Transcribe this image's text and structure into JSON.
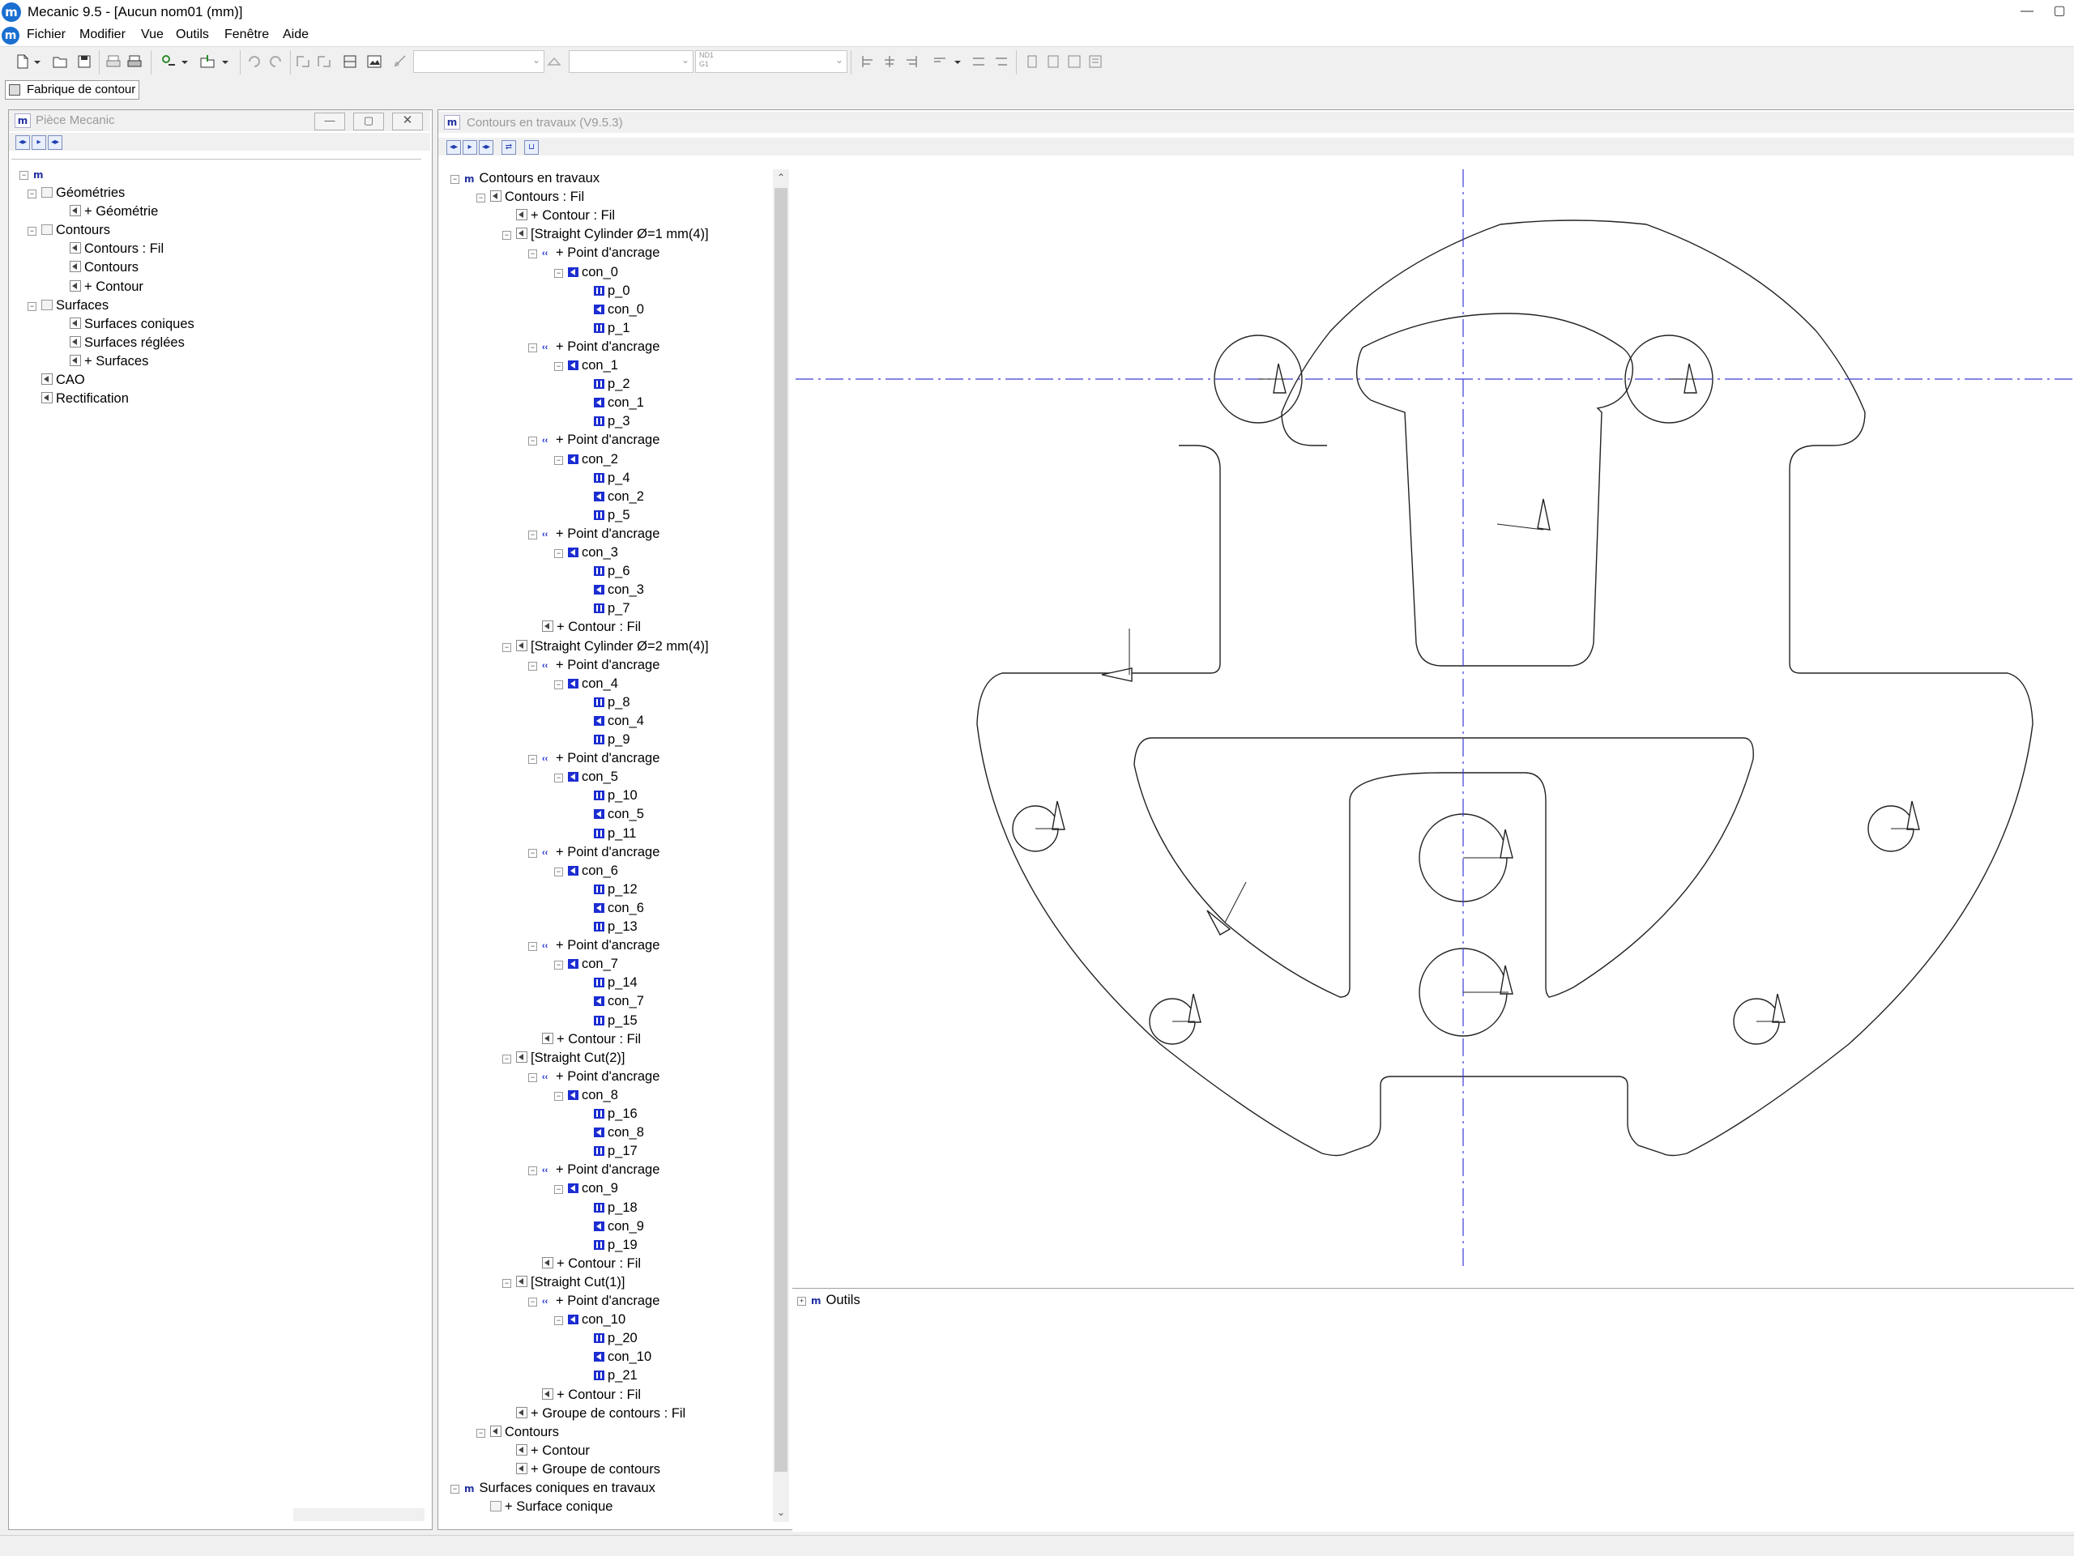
{
  "window": {
    "title": "Mecanic 9.5 - [Aucun nom01 (mm)]",
    "app_badge": "m",
    "minimize_glyph": "—",
    "restore_glyph": "▢"
  },
  "menu": [
    "Fichier",
    "Modifier",
    "Vue",
    "Outils",
    "Fenêtre",
    "Aide"
  ],
  "toolbar": {
    "combo_text": "ND1\nG1"
  },
  "tab": {
    "label": "Fabrique de contour"
  },
  "left_panel": {
    "title": "Pièce Mecanic",
    "root_badge": "m",
    "tree": [
      {
        "depth": 1,
        "label": "Géométries",
        "exp": "-"
      },
      {
        "depth": 2,
        "label": "+ Géométrie",
        "exp": ""
      },
      {
        "depth": 1,
        "label": "Contours",
        "exp": "-"
      },
      {
        "depth": 2,
        "label": "Contours : Fil",
        "exp": ""
      },
      {
        "depth": 2,
        "label": "Contours",
        "exp": ""
      },
      {
        "depth": 2,
        "label": "+ Contour",
        "exp": ""
      },
      {
        "depth": 1,
        "label": "Surfaces",
        "exp": "-"
      },
      {
        "depth": 2,
        "label": "Surfaces coniques",
        "exp": ""
      },
      {
        "depth": 2,
        "label": "Surfaces réglées",
        "exp": ""
      },
      {
        "depth": 2,
        "label": "+ Surfaces",
        "exp": ""
      },
      {
        "depth": 1,
        "label": "CAO",
        "exp": ""
      },
      {
        "depth": 1,
        "label": "Rectification",
        "exp": ""
      }
    ]
  },
  "right_panel": {
    "title": "Contours en travaux (V9.5.3)",
    "tools_label": "Outils",
    "tree": [
      {
        "d": 0,
        "t": "m",
        "l": "Contours en travaux",
        "e": "-"
      },
      {
        "d": 1,
        "t": "c",
        "l": "Contours : Fil",
        "e": "-"
      },
      {
        "d": 2,
        "t": "c",
        "l": "+ Contour : Fil",
        "e": ""
      },
      {
        "d": 2,
        "t": "c",
        "l": "[Straight Cylinder Ø=1 mm(4)]",
        "e": "-"
      },
      {
        "d": 3,
        "t": "a",
        "l": "+ Point d'ancrage",
        "e": "-"
      },
      {
        "d": 4,
        "t": "k",
        "l": "con_0",
        "e": "-"
      },
      {
        "d": 5,
        "t": "p",
        "l": "p_0",
        "e": ""
      },
      {
        "d": 5,
        "t": "k",
        "l": "con_0",
        "e": ""
      },
      {
        "d": 5,
        "t": "p",
        "l": "p_1",
        "e": ""
      },
      {
        "d": 3,
        "t": "a",
        "l": "+ Point d'ancrage",
        "e": "-"
      },
      {
        "d": 4,
        "t": "k",
        "l": "con_1",
        "e": "-"
      },
      {
        "d": 5,
        "t": "p",
        "l": "p_2",
        "e": ""
      },
      {
        "d": 5,
        "t": "k",
        "l": "con_1",
        "e": ""
      },
      {
        "d": 5,
        "t": "p",
        "l": "p_3",
        "e": ""
      },
      {
        "d": 3,
        "t": "a",
        "l": "+ Point d'ancrage",
        "e": "-"
      },
      {
        "d": 4,
        "t": "k",
        "l": "con_2",
        "e": "-"
      },
      {
        "d": 5,
        "t": "p",
        "l": "p_4",
        "e": ""
      },
      {
        "d": 5,
        "t": "k",
        "l": "con_2",
        "e": ""
      },
      {
        "d": 5,
        "t": "p",
        "l": "p_5",
        "e": ""
      },
      {
        "d": 3,
        "t": "a",
        "l": "+ Point d'ancrage",
        "e": "-"
      },
      {
        "d": 4,
        "t": "k",
        "l": "con_3",
        "e": "-"
      },
      {
        "d": 5,
        "t": "p",
        "l": "p_6",
        "e": ""
      },
      {
        "d": 5,
        "t": "k",
        "l": "con_3",
        "e": ""
      },
      {
        "d": 5,
        "t": "p",
        "l": "p_7",
        "e": ""
      },
      {
        "d": 3,
        "t": "c",
        "l": "+ Contour : Fil",
        "e": ""
      },
      {
        "d": 2,
        "t": "c",
        "l": "[Straight Cylinder Ø=2 mm(4)]",
        "e": "-"
      },
      {
        "d": 3,
        "t": "a",
        "l": "+ Point d'ancrage",
        "e": "-"
      },
      {
        "d": 4,
        "t": "k",
        "l": "con_4",
        "e": "-"
      },
      {
        "d": 5,
        "t": "p",
        "l": "p_8",
        "e": ""
      },
      {
        "d": 5,
        "t": "k",
        "l": "con_4",
        "e": ""
      },
      {
        "d": 5,
        "t": "p",
        "l": "p_9",
        "e": ""
      },
      {
        "d": 3,
        "t": "a",
        "l": "+ Point d'ancrage",
        "e": "-"
      },
      {
        "d": 4,
        "t": "k",
        "l": "con_5",
        "e": "-"
      },
      {
        "d": 5,
        "t": "p",
        "l": "p_10",
        "e": ""
      },
      {
        "d": 5,
        "t": "k",
        "l": "con_5",
        "e": ""
      },
      {
        "d": 5,
        "t": "p",
        "l": "p_11",
        "e": ""
      },
      {
        "d": 3,
        "t": "a",
        "l": "+ Point d'ancrage",
        "e": "-"
      },
      {
        "d": 4,
        "t": "k",
        "l": "con_6",
        "e": "-"
      },
      {
        "d": 5,
        "t": "p",
        "l": "p_12",
        "e": ""
      },
      {
        "d": 5,
        "t": "k",
        "l": "con_6",
        "e": ""
      },
      {
        "d": 5,
        "t": "p",
        "l": "p_13",
        "e": ""
      },
      {
        "d": 3,
        "t": "a",
        "l": "+ Point d'ancrage",
        "e": "-"
      },
      {
        "d": 4,
        "t": "k",
        "l": "con_7",
        "e": "-"
      },
      {
        "d": 5,
        "t": "p",
        "l": "p_14",
        "e": ""
      },
      {
        "d": 5,
        "t": "k",
        "l": "con_7",
        "e": ""
      },
      {
        "d": 5,
        "t": "p",
        "l": "p_15",
        "e": ""
      },
      {
        "d": 3,
        "t": "c",
        "l": "+ Contour : Fil",
        "e": ""
      },
      {
        "d": 2,
        "t": "c",
        "l": "[Straight Cut(2)]",
        "e": "-"
      },
      {
        "d": 3,
        "t": "a",
        "l": "+ Point d'ancrage",
        "e": "-"
      },
      {
        "d": 4,
        "t": "k",
        "l": "con_8",
        "e": "-"
      },
      {
        "d": 5,
        "t": "p",
        "l": "p_16",
        "e": ""
      },
      {
        "d": 5,
        "t": "k",
        "l": "con_8",
        "e": ""
      },
      {
        "d": 5,
        "t": "p",
        "l": "p_17",
        "e": ""
      },
      {
        "d": 3,
        "t": "a",
        "l": "+ Point d'ancrage",
        "e": "-"
      },
      {
        "d": 4,
        "t": "k",
        "l": "con_9",
        "e": "-"
      },
      {
        "d": 5,
        "t": "p",
        "l": "p_18",
        "e": ""
      },
      {
        "d": 5,
        "t": "k",
        "l": "con_9",
        "e": ""
      },
      {
        "d": 5,
        "t": "p",
        "l": "p_19",
        "e": ""
      },
      {
        "d": 3,
        "t": "c",
        "l": "+ Contour : Fil",
        "e": ""
      },
      {
        "d": 2,
        "t": "c",
        "l": "[Straight Cut(1)]",
        "e": "-"
      },
      {
        "d": 3,
        "t": "a",
        "l": "+ Point d'ancrage",
        "e": "-"
      },
      {
        "d": 4,
        "t": "k",
        "l": "con_10",
        "e": "-"
      },
      {
        "d": 5,
        "t": "p",
        "l": "p_20",
        "e": ""
      },
      {
        "d": 5,
        "t": "k",
        "l": "con_10",
        "e": ""
      },
      {
        "d": 5,
        "t": "p",
        "l": "p_21",
        "e": ""
      },
      {
        "d": 3,
        "t": "c",
        "l": "+ Contour : Fil",
        "e": ""
      },
      {
        "d": 2,
        "t": "c",
        "l": "+ Groupe de contours : Fil",
        "e": ""
      },
      {
        "d": 1,
        "t": "c",
        "l": "Contours",
        "e": "-"
      },
      {
        "d": 2,
        "t": "c",
        "l": "+ Contour",
        "e": ""
      },
      {
        "d": 2,
        "t": "c",
        "l": "+ Groupe de contours",
        "e": ""
      },
      {
        "d": 0,
        "t": "m",
        "l": "Surfaces coniques en travaux",
        "e": "-"
      },
      {
        "d": 1,
        "t": "f",
        "l": "+ Surface conique",
        "e": ""
      }
    ]
  },
  "colors": {
    "accent": "#1c2dd1",
    "axis": "#3a3ad8",
    "drawing": "#222222"
  }
}
